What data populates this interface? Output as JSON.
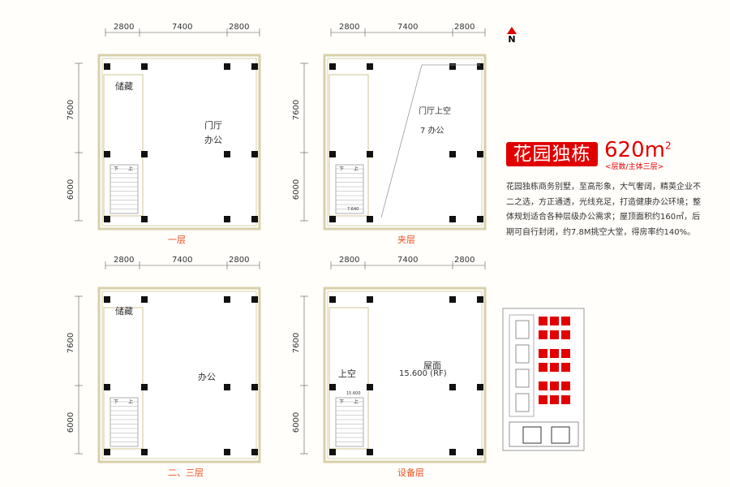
{
  "north": {
    "label": "N"
  },
  "header": {
    "title": "花园独栋",
    "area": "620m",
    "area_unit_sup": "2",
    "subtitle": "<层数/主体三层>"
  },
  "description": "花园独栋商务别墅，至高形象，大气奢阔，精英企业不二之选，方正通透，光线充足，打造健康办公环境；整体规划适合各种层级办公需求；屋顶面积约160㎡，后期可自行封闭，约7.8M挑空大堂，得房率约140%。",
  "plans": [
    {
      "label": "一层",
      "dims_top": [
        "2800",
        "7400",
        "2800"
      ],
      "dims_left": [
        "7600",
        "6000"
      ],
      "rooms": [
        "储藏",
        "门厅",
        "办公"
      ],
      "stair": [
        "下",
        "上"
      ]
    },
    {
      "label": "夹层",
      "dims_top": [
        "2800",
        "7400",
        "2800"
      ],
      "dims_left": [
        "7600",
        "6000"
      ],
      "rooms": [
        "门厅上空",
        "7  办公"
      ],
      "level": "7.640",
      "stair": [
        "下",
        "上"
      ]
    },
    {
      "label": "二、三层",
      "dims_top": [
        "2800",
        "7400",
        "2800"
      ],
      "dims_left": [
        "7600",
        "6000"
      ],
      "rooms": [
        "储藏",
        "办公"
      ],
      "stair": [
        "下",
        "上"
      ]
    },
    {
      "label": "设备层",
      "dims_top": [
        "2800",
        "7400",
        "2800"
      ],
      "dims_left": [
        "7600",
        "6000"
      ],
      "rooms": [
        "上空",
        "屋面",
        "15.600  (RF)"
      ],
      "level": "15.600",
      "stair": [
        "下",
        "上"
      ]
    }
  ],
  "colors": {
    "accent": "#e10000",
    "label": "#e8501c",
    "wall": "#d9cfa8",
    "column": "#111111"
  }
}
